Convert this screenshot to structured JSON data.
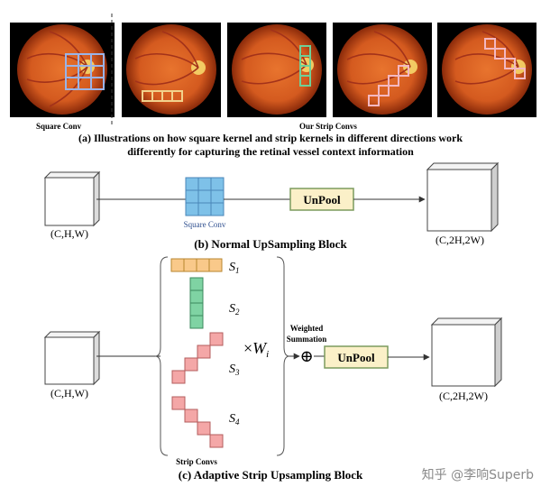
{
  "panel_a": {
    "label_square": "Square Conv",
    "label_strip": "Our Strip Convs",
    "caption_line1": "(a) Illustrations on how square kernel and strip kernels in different directions work",
    "caption_line2": "differently for capturing the retinal vessel context information",
    "colors": {
      "square_grid": "#9ab4e8",
      "horizontal_strip": "#f2d28c",
      "vertical_strip": "#6fcf97",
      "diagonal_down": "#f3b8c2",
      "diagonal_up": "#f3b8c2"
    }
  },
  "panel_b": {
    "input_dims": "(C,H,W)",
    "kernel_label": "Square Conv",
    "unpool_label": "UnPool",
    "output_dims": "(C,2H,2W)",
    "caption": "(b) Normal UpSampling Block",
    "colors": {
      "kernel_fill": "#7ec1e8",
      "unpool_fill": "#fbf0c8"
    }
  },
  "panel_c": {
    "input_dims": "(C,H,W)",
    "s_main": "S",
    "s1_sub": "1",
    "s2_sub": "2",
    "s3_sub": "3",
    "s4_sub": "4",
    "times": "×",
    "weight_main": "W",
    "weight_sub": "i",
    "weighted_line1": "Weighted",
    "weighted_line2": "Summation",
    "oplus": "⊕",
    "unpool_label": "UnPool",
    "output_dims": "(C,2H,2W)",
    "strip_label": "Strip Convs",
    "caption": "(c) Adaptive Strip Upsampling Block",
    "colors": {
      "s1_fill": "#f9c98a",
      "s2_fill": "#7fd3a3",
      "s3_fill": "#f4a7a7",
      "s4_fill": "#f4a7a7",
      "unpool_fill": "#fbf0c8"
    }
  },
  "watermark": "知乎 @李响Superb"
}
